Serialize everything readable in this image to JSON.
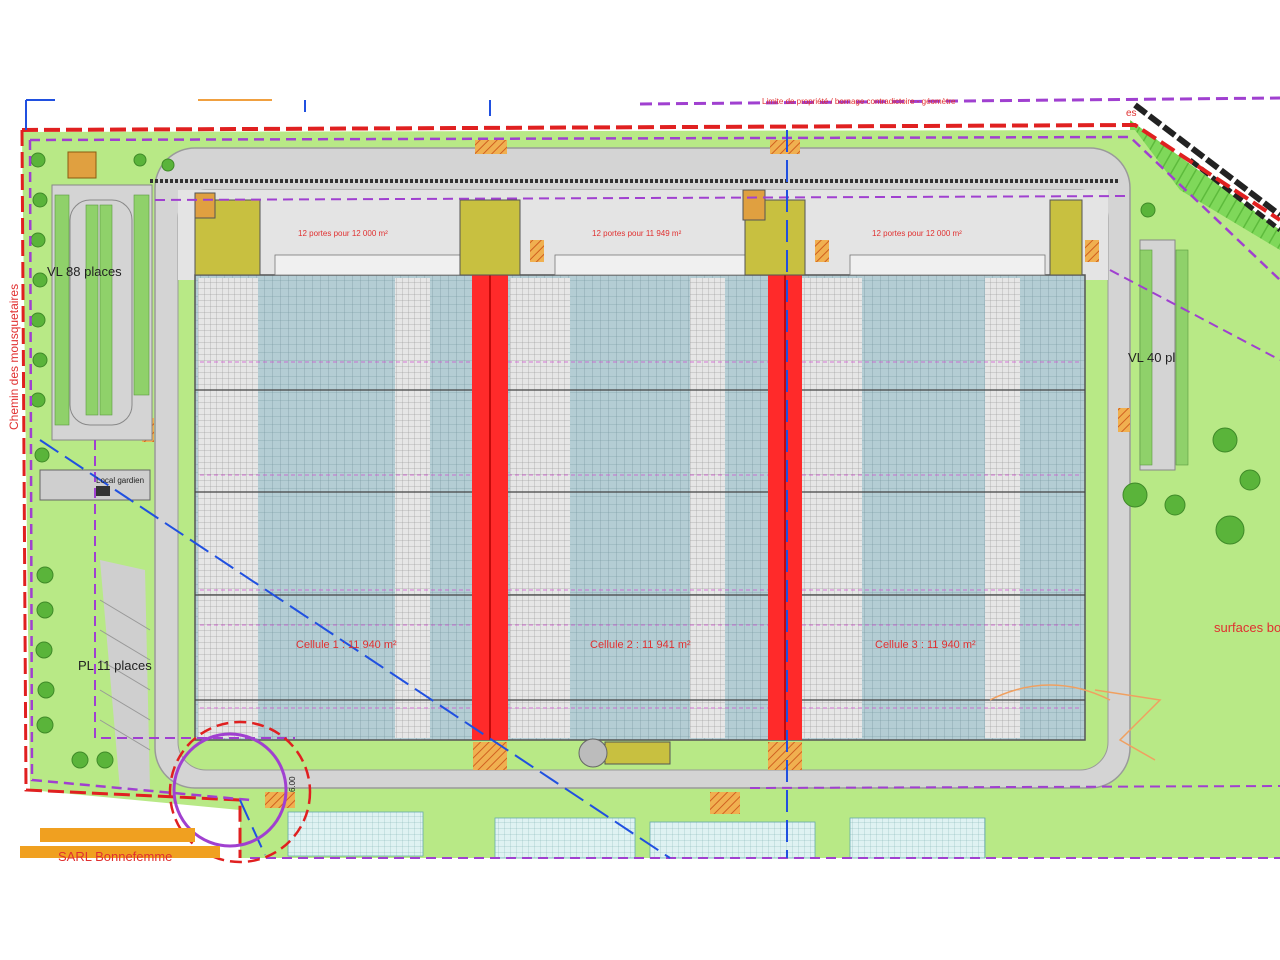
{
  "labels": {
    "top_note": "Limite de propriété / bornage contradictoire - géomètre",
    "top_right": "es",
    "road": "Chemin des mousquetaires",
    "parking_vl_left": "VL 88 places",
    "parking_vl_right": "VL 40 pl",
    "parking_pl": "PL 11 places",
    "guard_house": "Local gardien",
    "doors_1": "12 portes pour 12 000 m²",
    "doors_2": "12 portes pour 11 949 m²",
    "doors_3": "12 portes pour 12 000 m²",
    "cell_1": "Cellule 1 : 11 940 m²",
    "cell_2": "Cellule 2 : 11 941 m²",
    "cell_3": "Cellule 3 : 11 940 m²",
    "surfaces": "surfaces bo",
    "neighbor": "SARL Bonnefemme",
    "dimension": "6.00"
  },
  "colors": {
    "grass": "#b8e986",
    "grass_dark": "#8fd16a",
    "paving": "#d9d9d9",
    "roof": "#a9c4cc",
    "firewall": "#ff2a2a",
    "property_line": "#e02020",
    "limit_line": "#a040d0",
    "axis_line": "#2050e0",
    "dock": "#c8c040",
    "text_red": "#e03030"
  }
}
